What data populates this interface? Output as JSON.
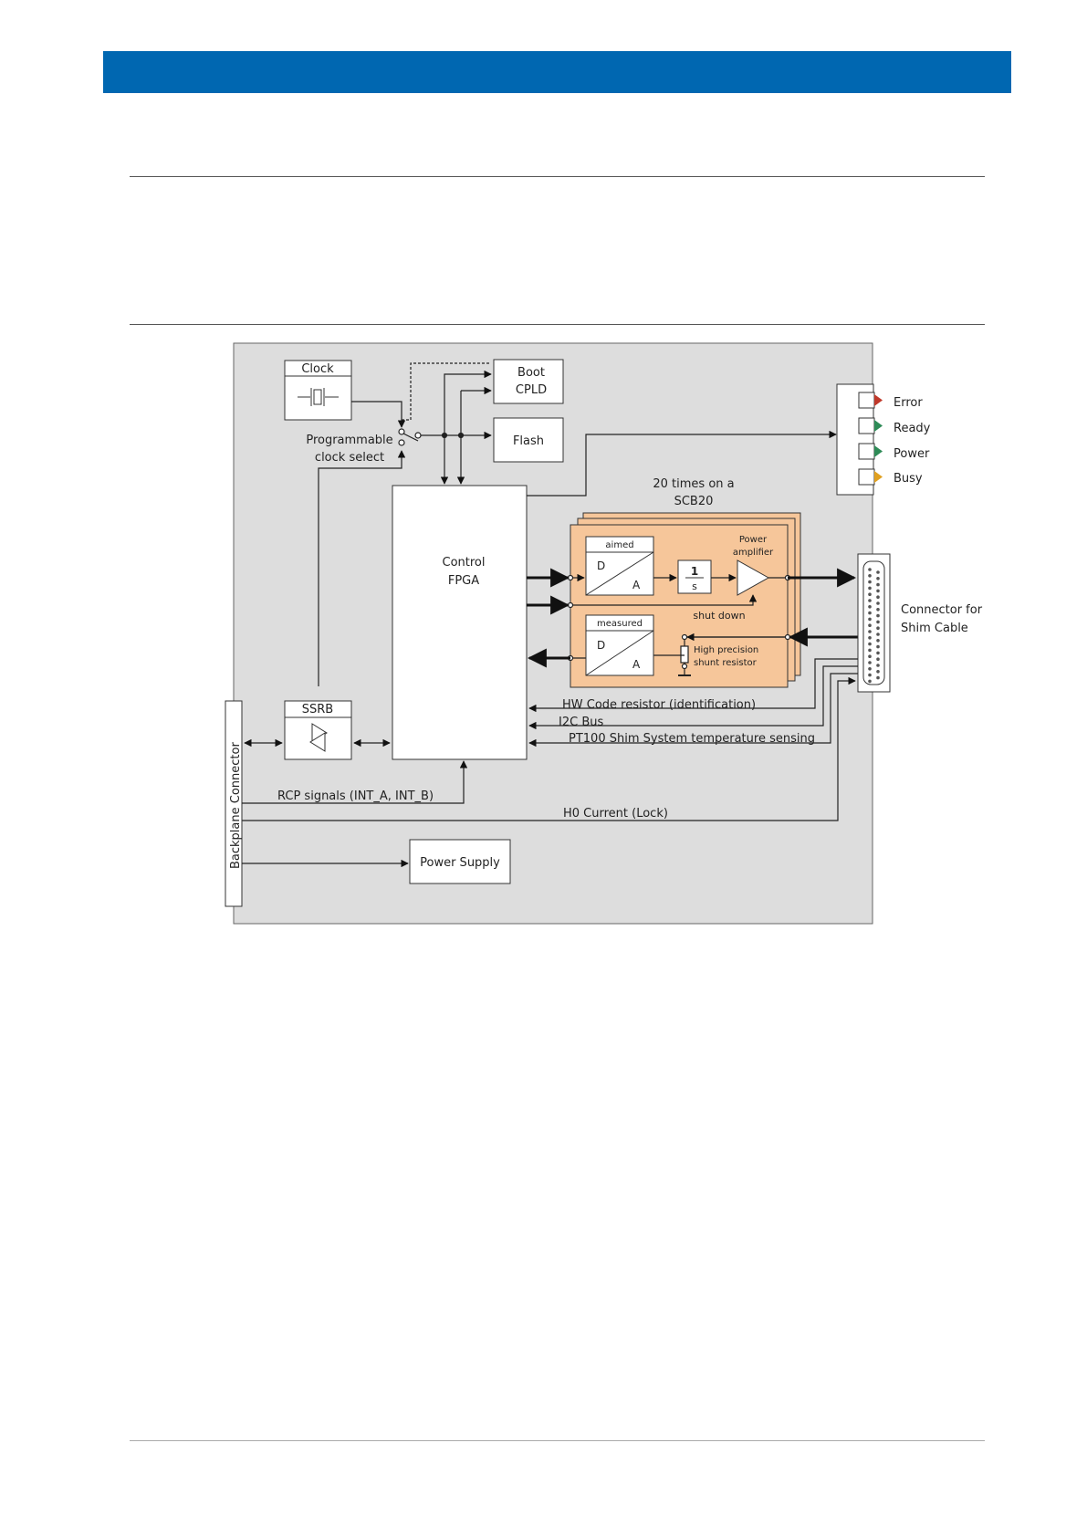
{
  "colors": {
    "header_bar": "#0067b1",
    "diagram_background": "#dddddd",
    "channel_fill": "#f6c69a",
    "led_error": "#c0392b",
    "led_ready": "#2e8b57",
    "led_power": "#2e8b57",
    "led_busy": "#e0a020"
  },
  "diagram": {
    "clock": "Clock",
    "boot_cpld": [
      "Boot",
      "CPLD"
    ],
    "flash": "Flash",
    "programmable_clock_select": [
      "Programmable",
      "clock select"
    ],
    "control_fpga": [
      "Control",
      "FPGA"
    ],
    "channel_count_note": [
      "20 times on a",
      "SCB20"
    ],
    "dac_aimed": "aimed",
    "dac_measured": "measured",
    "dac_d": "D",
    "dac_a": "A",
    "integrator_num": "1",
    "integrator_den": "s",
    "power_amplifier": [
      "Power",
      "amplifier"
    ],
    "shut_down": "shut down",
    "shunt_resistor": [
      "High precision",
      "shunt resistor"
    ],
    "leds": [
      "Error",
      "Ready",
      "Power",
      "Busy"
    ],
    "connector_shim": [
      "Connector for",
      "Shim Cable"
    ],
    "hw_code_resistor": "HW Code resistor (identification)",
    "i2c_bus": "I2C Bus",
    "pt100": "PT100 Shim System temperature sensing",
    "ssrb": "SSRB",
    "rcp_signals": "RCP signals (INT_A, INT_B)",
    "h0_current": "H0 Current (Lock)",
    "power_supply": "Power Supply",
    "backplane_connector": "Backplane Connector"
  }
}
